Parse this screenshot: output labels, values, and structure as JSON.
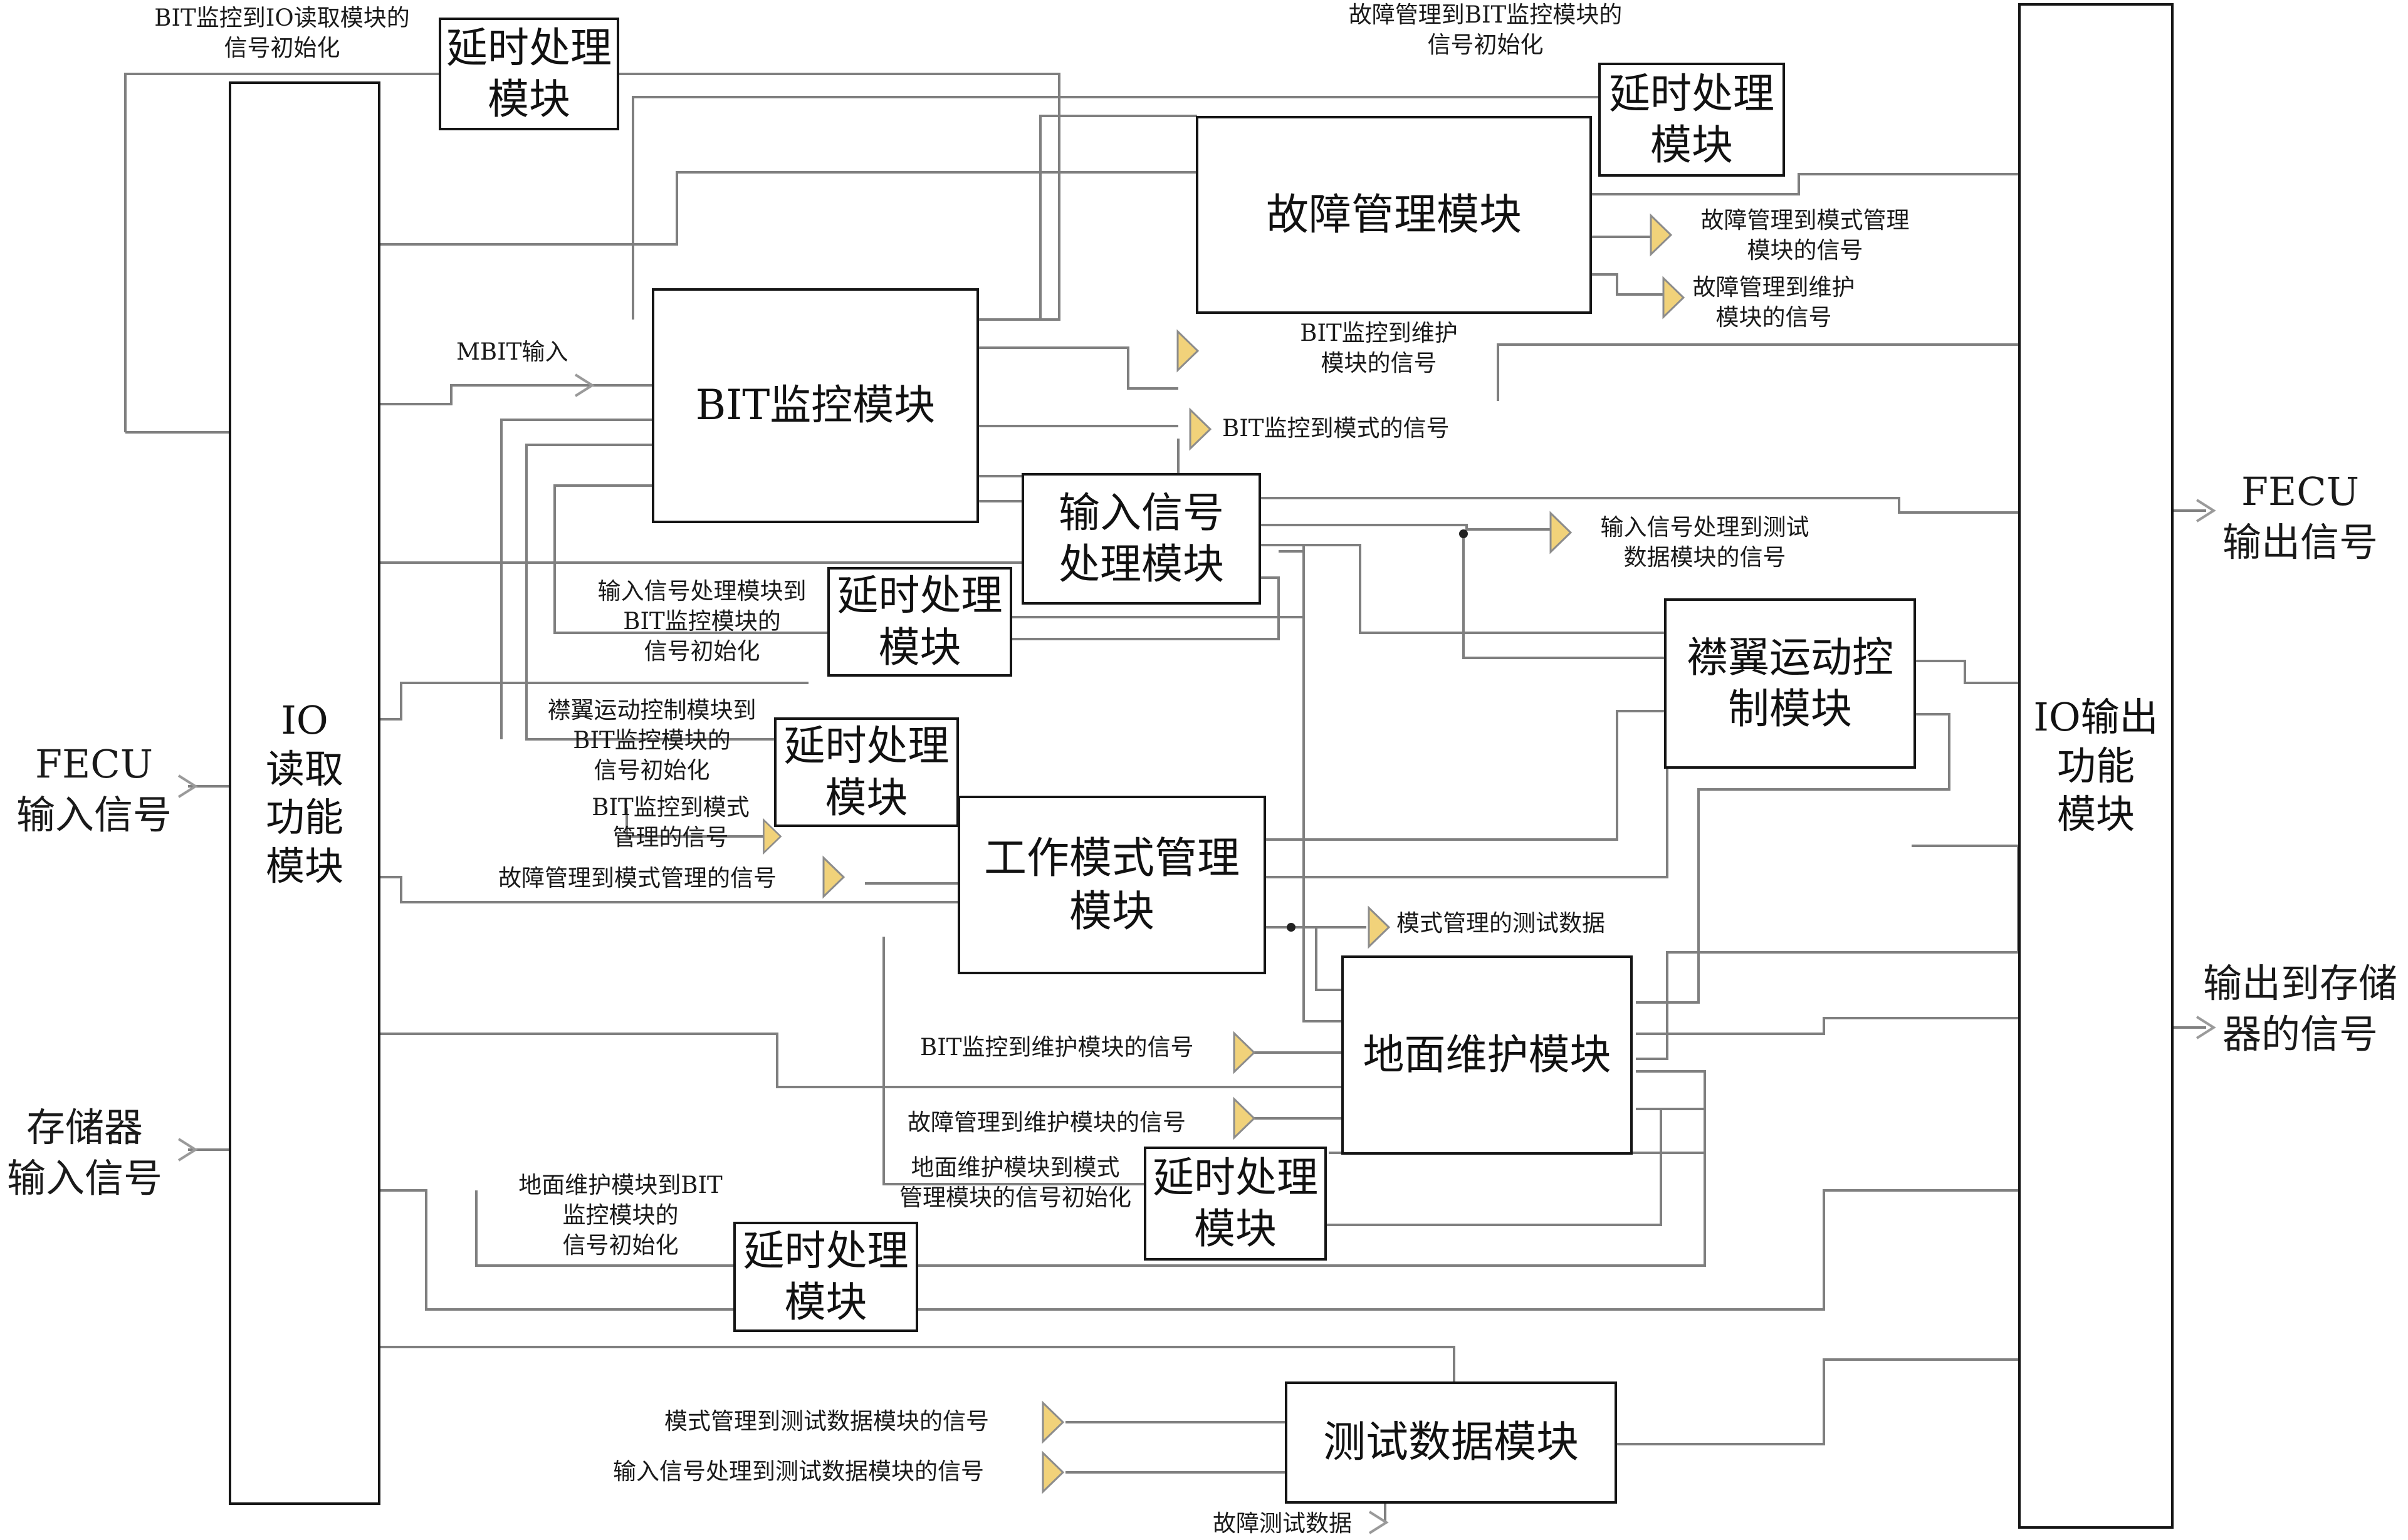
{
  "modules": {
    "io_read": "IO\n读取\n功能\n模块",
    "io_out": "IO输出\n功能\n模块",
    "fault": "故障管理模块",
    "bit": "BIT监控模块",
    "input_proc": "输入信号\n处理模块",
    "flap": "襟翼运动控\n制模块",
    "mode": "工作模式管理\n模块",
    "ground": "地面维护模块",
    "test": "测试数据模块",
    "delay": "延时处理\n模块"
  },
  "signals": {
    "bit_to_io_init": "BIT监控到IO读取模块的\n信号初始化",
    "fault_to_bit_init": "故障管理到BIT监控模块的\n信号初始化",
    "fault_to_mode": "故障管理到模式管理\n模块的信号",
    "fault_to_maint": "故障管理到维护\n模块的信号",
    "bit_to_maint": "BIT监控到维护\n模块的信号",
    "mbit_in": "MBIT输入",
    "bit_to_mode": "BIT监控到模式的信号",
    "input_to_test": "输入信号处理到测试\n数据模块的信号",
    "input_to_bit_init": "输入信号处理模块到\nBIT监控模块的\n信号初始化",
    "flap_to_bit_init": "襟翼运动控制模块到\nBIT监控模块的\n信号初始化",
    "bit_to_mode_mgmt": "BIT监控到模式\n管理的信号",
    "fault_to_mode_mgmt": "故障管理到模式管理的信号",
    "mode_test_data": "模式管理的测试数据",
    "bit_to_maint_module": "BIT监控到维护模块的信号",
    "fault_to_maint_module": "故障管理到维护模块的信号",
    "ground_to_mode_init": "地面维护模块到模式\n管理模块的信号初始化",
    "ground_to_bit_init": "地面维护模块到BIT\n监控模块的\n信号初始化",
    "mode_to_test": "模式管理到测试数据模块的信号",
    "input_to_test_module": "输入信号处理到测试数据模块的信号",
    "fault_test_data": "故障测试数据"
  },
  "io": {
    "fecu_in": "FECU\n输入信号",
    "mem_in": "存储器\n输入信号",
    "fecu_out": "FECU\n输出信号",
    "mem_out": "输出到存储\n器的信号"
  },
  "colors": {
    "wire": "#7f7f7f",
    "border": "#151515",
    "triangle": "#f1d27a",
    "triangle_edge": "#8c8c8c"
  }
}
